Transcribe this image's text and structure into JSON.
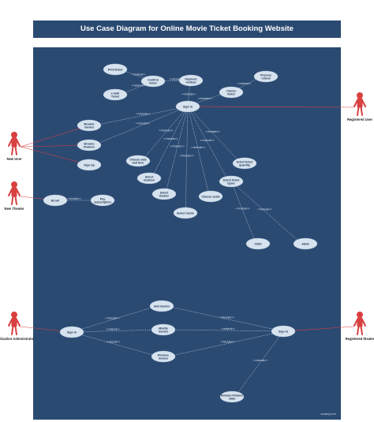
{
  "title": "Use Case Diagram for Online Movie Ticket Booking Website",
  "actors": [
    {
      "id": "new_user",
      "label": "New User"
    },
    {
      "id": "new_theater",
      "label": "New Theater"
    },
    {
      "id": "registered_user",
      "label": "Registered User"
    },
    {
      "id": "app_admin",
      "label": "Application Administrator"
    },
    {
      "id": "registered_theater",
      "label": "Registered theater"
    }
  ],
  "use_cases": [
    {
      "id": "print_ticket",
      "label": "Print ticket"
    },
    {
      "id": "confirm_ticket",
      "label": "Confirm ticket"
    },
    {
      "id": "payment_method",
      "label": "Payment method"
    },
    {
      "id": "process_refund",
      "label": "Process refund"
    },
    {
      "id": "cancel_ticket",
      "label": "Cancel ticket"
    },
    {
      "id": "email_ticket",
      "label": "e-mail Ticket"
    },
    {
      "id": "sign_in_user",
      "label": "Sign In"
    },
    {
      "id": "browse_movies",
      "label": "Browse movies"
    },
    {
      "id": "browse_theaters",
      "label": "Browse theaters"
    },
    {
      "id": "sign_up",
      "label": "Sign Up"
    },
    {
      "id": "choose_date_time",
      "label": "Choose date and time"
    },
    {
      "id": "select_location",
      "label": "Select location"
    },
    {
      "id": "select_theater",
      "label": "Select theater"
    },
    {
      "id": "select_movie",
      "label": "Select movie"
    },
    {
      "id": "choose_seats",
      "label": "Choose seats"
    },
    {
      "id": "select_ticket_quantity",
      "label": "Select ticket quantity"
    },
    {
      "id": "select_ticket_types",
      "label": "Select ticket types"
    },
    {
      "id": "enroll",
      "label": "Enroll"
    },
    {
      "id": "pay_subscription",
      "label": "Pay subscription"
    },
    {
      "id": "child",
      "label": "Child"
    },
    {
      "id": "adult",
      "label": "Adult"
    },
    {
      "id": "add_movies",
      "label": "Add movies"
    },
    {
      "id": "modify_movies",
      "label": "Modify movies"
    },
    {
      "id": "remove_movies",
      "label": "Remove movies"
    },
    {
      "id": "sign_in_admin",
      "label": "Sign In"
    },
    {
      "id": "sign_in_theater",
      "label": "Sign In"
    },
    {
      "id": "release_finance_stats",
      "label": "Release Finance stats"
    }
  ],
  "edge_labels": {
    "include": "<<include>>",
    "extend": "<<extend>>"
  },
  "footer": "creately.com"
}
